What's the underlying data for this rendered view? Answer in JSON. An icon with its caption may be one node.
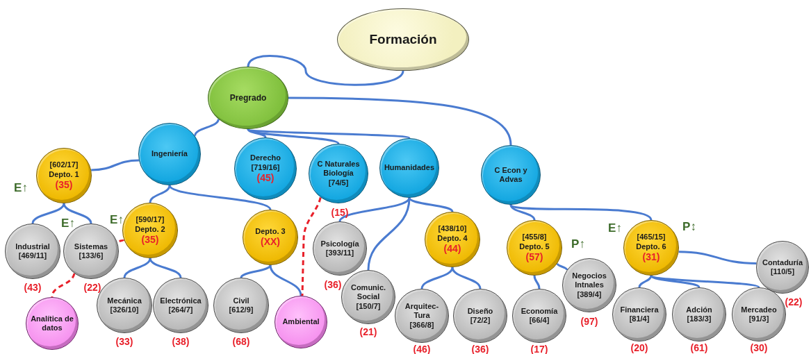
{
  "diagram": {
    "nodes": [
      {
        "text": [
          "Formación"
        ]
      },
      {
        "text": [
          "Pregrado"
        ]
      },
      {
        "text": [
          "Ingeniería"
        ]
      },
      {
        "text": [
          "Derecho",
          "[719/16]",
          "(45)"
        ]
      },
      {
        "text": [
          "C Naturales Biología",
          "[74/5]"
        ],
        "beside": [
          "(15)"
        ]
      },
      {
        "text": [
          "Humanidades"
        ]
      },
      {
        "text": [
          "C Econ y Advas"
        ]
      },
      {
        "text": [
          "[602/17]",
          "Depto. 1",
          "(35)"
        ],
        "beside": [
          "E↑"
        ]
      },
      {
        "text": [
          "Industrial",
          "[469/11]"
        ],
        "beside": [
          "(43)"
        ]
      },
      {
        "text": [
          "Sistemas",
          "[133/6]"
        ],
        "beside": [
          "E↑",
          "(22)"
        ]
      },
      {
        "text": [
          "[590/17]",
          "Depto. 2",
          "(35)"
        ],
        "beside": [
          "E↑"
        ]
      },
      {
        "text": [
          "Analítica de datos"
        ]
      },
      {
        "text": [
          "Mecánica",
          "[326/10]"
        ],
        "beside": [
          "(33)"
        ]
      },
      {
        "text": [
          "Electrónica",
          "[264/7]"
        ],
        "beside": [
          "(38)"
        ]
      },
      {
        "text": [
          "Depto. 3",
          "(XX)"
        ]
      },
      {
        "text": [
          "Civil",
          "[612/9]"
        ],
        "beside": [
          "(68)"
        ]
      },
      {
        "text": [
          "Ambiental"
        ]
      },
      {
        "text": [
          "Psicología",
          "[393/11]"
        ],
        "beside": [
          "(36)"
        ]
      },
      {
        "text": [
          "Comunic. Social",
          "[150/7]"
        ],
        "beside": [
          "(21)"
        ]
      },
      {
        "text": [
          "[438/10]",
          "Depto. 4",
          "(44)"
        ]
      },
      {
        "text": [
          "Arquitec- Tura",
          "[366/8]"
        ],
        "beside": [
          "(46)"
        ]
      },
      {
        "text": [
          "Diseño",
          "[72/2]"
        ],
        "beside": [
          "(36)"
        ]
      },
      {
        "text": [
          "[455/8]",
          "Depto. 5",
          "(57)"
        ],
        "beside": [
          "P↑"
        ]
      },
      {
        "text": [
          "Economía",
          "[66/4]"
        ],
        "beside": [
          "(17)"
        ]
      },
      {
        "text": [
          "Negocios Intnales",
          "[389/4]"
        ],
        "beside": [
          "(97)"
        ]
      },
      {
        "text": [
          "[465/15]",
          "Depto. 6",
          "(31)"
        ],
        "beside": [
          "E↑",
          "P↕"
        ]
      },
      {
        "text": [
          "Financiera",
          "[81/4]"
        ],
        "beside": [
          "(20)"
        ]
      },
      {
        "text": [
          "Adción",
          "[183/3]"
        ],
        "beside": [
          "(61)"
        ]
      },
      {
        "text": [
          "Mercadeo",
          "[91/3]"
        ],
        "beside": [
          "(30)"
        ]
      },
      {
        "text": [
          "Contaduría",
          "[110/5]"
        ],
        "beside": [
          "(22)"
        ]
      }
    ],
    "edges": [
      {
        "from": 0,
        "to": 1,
        "arrow": "none"
      },
      {
        "from": 1,
        "to": 2,
        "arrow": "none"
      },
      {
        "from": 1,
        "to": 3,
        "arrow": "none"
      },
      {
        "from": 1,
        "to": 4,
        "arrow": "none"
      },
      {
        "from": 1,
        "to": 5,
        "arrow": "none"
      },
      {
        "from": 1,
        "to": 6,
        "arrow": "none"
      },
      {
        "from": 2,
        "to": 7,
        "arrow": "none"
      },
      {
        "from": 2,
        "to": 10,
        "arrow": "none"
      },
      {
        "from": 2,
        "to": 14,
        "arrow": "none"
      },
      {
        "from": 7,
        "to": 8,
        "arrow": "none"
      },
      {
        "from": 7,
        "to": 9,
        "arrow": "none"
      },
      {
        "from": 10,
        "to": 12,
        "arrow": "none"
      },
      {
        "from": 10,
        "to": 13,
        "arrow": "none"
      },
      {
        "from": 14,
        "to": 15,
        "arrow": "none"
      },
      {
        "from": 14,
        "to": 16,
        "arrow": "none"
      },
      {
        "from": 5,
        "to": 17,
        "arrow": "none"
      },
      {
        "from": 5,
        "to": 18,
        "arrow": "none"
      },
      {
        "from": 5,
        "to": 19,
        "arrow": "none"
      },
      {
        "from": 19,
        "to": 20,
        "arrow": "none"
      },
      {
        "from": 19,
        "to": 21,
        "arrow": "none"
      },
      {
        "from": 6,
        "to": 22,
        "arrow": "none"
      },
      {
        "from": 6,
        "to": 25,
        "arrow": "none"
      },
      {
        "from": 22,
        "to": 23,
        "arrow": "none"
      },
      {
        "from": 22,
        "to": 24,
        "arrow": "none"
      },
      {
        "from": 25,
        "to": 26,
        "arrow": "none"
      },
      {
        "from": 25,
        "to": 27,
        "arrow": "none"
      },
      {
        "from": 25,
        "to": 28,
        "arrow": "none"
      },
      {
        "from": 25,
        "to": 29,
        "arrow": "none"
      },
      {
        "from": 10,
        "to": 9,
        "arrow": "none",
        "style": "dashed",
        "color": "#e8202a"
      },
      {
        "from": 9,
        "to": 11,
        "arrow": "none",
        "style": "dashed",
        "color": "#e8202a"
      },
      {
        "from": 4,
        "to": 16,
        "arrow": "none",
        "style": "dashed",
        "color": "#e8202a"
      }
    ]
  }
}
